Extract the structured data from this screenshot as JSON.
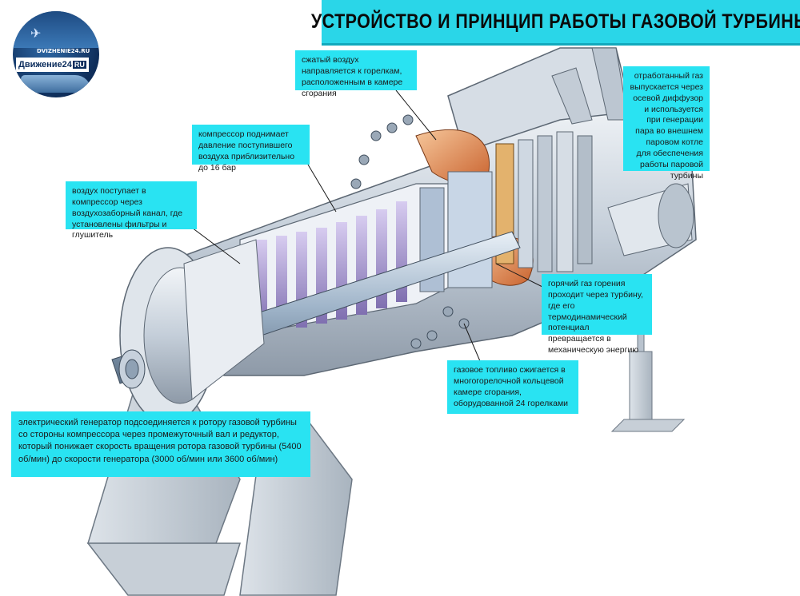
{
  "title": "УСТРОЙСТВО И ПРИНЦИП РАБОТЫ ГАЗОВОЙ ТУРБИНЫ",
  "logo": {
    "site": "DVIZHENIE24.RU",
    "brand": "Движение24",
    "brand_suffix": "RU"
  },
  "callouts": {
    "air_burners": "сжатый воздух направляется к горелкам, расположенным в камере сгорания",
    "exhaust": "отработанный газ выпускается через осевой диффузор и используется при генерации пара во внешнем паровом котле для обеспечения работы паровой турбины",
    "compressor": "компрессор поднимает давление поступившего воздуха приблизительно до 16 бар",
    "intake": "воздух поступает в компрессор через воздухозаборный канал, где установлены фильтры и глушитель",
    "hot_gas": "горячий газ горения проходит через турбину, где его термодинамический потенциал превращается в механическую энергию",
    "fuel": "газовое топливо сжигается в многогорелочной кольцевой камере сгорания, оборудованной 24 горелками",
    "generator": "электрический генератор подсоединяется к ротору газовой турбины со стороны компрессора через промежуточный вал и редуктор, который понижает скорость вращения ротора газовой турбины (5400 об/мин) до скорости генератора (3000 об/мин или 3600 об/мин)"
  },
  "colors": {
    "accent": "#2ad6e8",
    "callout": "#29e3f2",
    "turbine_hot": "#e8a070",
    "metal": "#c9d3dd"
  }
}
